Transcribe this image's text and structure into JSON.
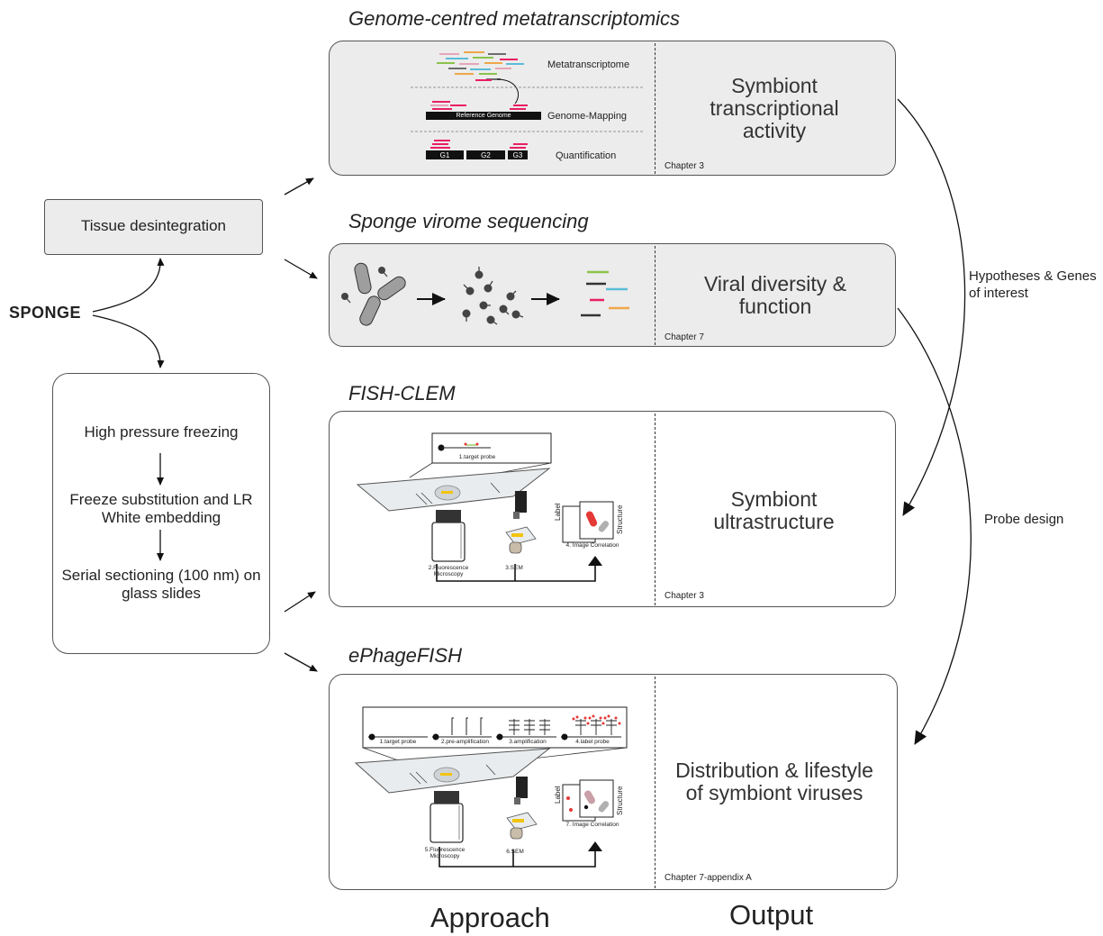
{
  "left": {
    "tissue": "Tissue desintegration",
    "sponge": "SPONGE",
    "steps": [
      "High pressure freezing",
      "Freeze substitution and LR White embedding",
      "Serial sectioning (100 nm) on glass slides"
    ]
  },
  "sections": [
    {
      "title": "Genome-centred metatranscriptomics",
      "output": "Symbiont transcriptional activity",
      "chapter": "Chapter 3",
      "labels": [
        "Metatranscriptome",
        "Genome-Mapping",
        "Quantification"
      ],
      "genome_label": "Reference Genome",
      "genes": [
        "G1",
        "G2",
        "G3"
      ]
    },
    {
      "title": "Sponge virome sequencing",
      "output": "Viral diversity & function",
      "chapter": "Chapter 7"
    },
    {
      "title": "FISH-CLEM",
      "output": "Symbiont ultrastructure",
      "chapter": "Chapter 3",
      "labels": [
        "1.target probe",
        "2.Fluorescence Microscopy",
        "3.SEM",
        "4. Image Correlation",
        "Label",
        "Structure"
      ]
    },
    {
      "title": "ePhageFISH",
      "output": "Distribution & lifestyle of symbiont viruses",
      "chapter": "Chapter 7-appendix A",
      "labels": [
        "1.target probe",
        "2.pre-amplification",
        "3.amplification",
        "4.label probe",
        "5.Fluorescence Microscopy",
        "6.SEM",
        "7. Image Correlation",
        "Label",
        "Structure"
      ]
    }
  ],
  "right": {
    "hypotheses": "Hypotheses & Genes of interest",
    "probe": "Probe design"
  },
  "footer": {
    "approach": "Approach",
    "output": "Output"
  }
}
